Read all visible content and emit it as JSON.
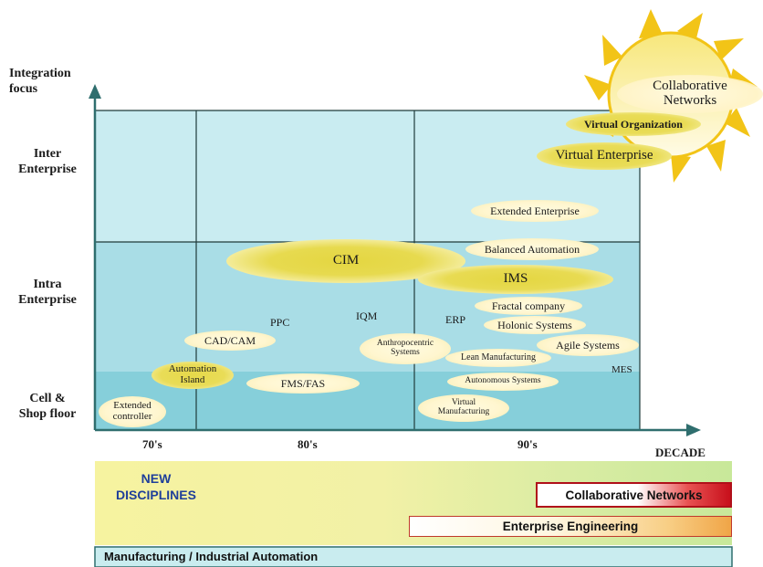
{
  "y_axis": {
    "title_line1": "Integration",
    "title_line2": "focus",
    "levels": [
      {
        "line1": "Inter",
        "line2": "Enterprise"
      },
      {
        "line1": "Intra",
        "line2": "Enterprise"
      },
      {
        "line1": "Cell &",
        "line2": "Shop floor"
      }
    ]
  },
  "x_axis": {
    "title": "DECADE",
    "decades": [
      "70's",
      "80's",
      "90's"
    ]
  },
  "sun_labels": {
    "collab_line1": "Collaborative",
    "collab_line2": "Networks",
    "virtual_org": "Virtual Organization",
    "virtual_ent": "Virtual Enterprise"
  },
  "concepts": {
    "extended_enterprise": "Extended Enterprise",
    "balanced_automation": "Balanced Automation",
    "cim": "CIM",
    "ims": "IMS",
    "fractal_company": "Fractal company",
    "holonic_systems": "Holonic Systems",
    "agile_systems": "Agile Systems",
    "erp": "ERP",
    "iqm": "IQM",
    "ppc": "PPC",
    "cad_cam": "CAD/CAM",
    "anthropocentric_line1": "Anthropocentric",
    "anthropocentric_line2": "Systems",
    "lean_manufacturing": "Lean Manufacturing",
    "mes": "MES",
    "automation_island_line1": "Automation",
    "automation_island_line2": "Island",
    "fms_fas": "FMS/FAS",
    "autonomous_systems": "Autonomous Systems",
    "extended_controller_line1": "Extended",
    "extended_controller_line2": "controller",
    "virtual_manufacturing_line1": "Virtual",
    "virtual_manufacturing_line2": "Manufacturing"
  },
  "disciplines": {
    "title_line1": "NEW",
    "title_line2": "DISCIPLINES",
    "collaborative_networks": "Collaborative Networks",
    "enterprise_engineering": "Enterprise Engineering",
    "manufacturing_automation": "Manufacturing / Industrial Automation"
  },
  "colors": {
    "grid_band_top": "#c9ecf1",
    "grid_band_mid": "#a9dde6",
    "grid_band_low": "#86cfda",
    "axis": "#2f6e6e",
    "ellipse_yellow": "#e6d94a",
    "ellipse_cream": "#fff6cf",
    "discipline_blue": "#1f3f9a",
    "collab_red": "#c8101c"
  }
}
